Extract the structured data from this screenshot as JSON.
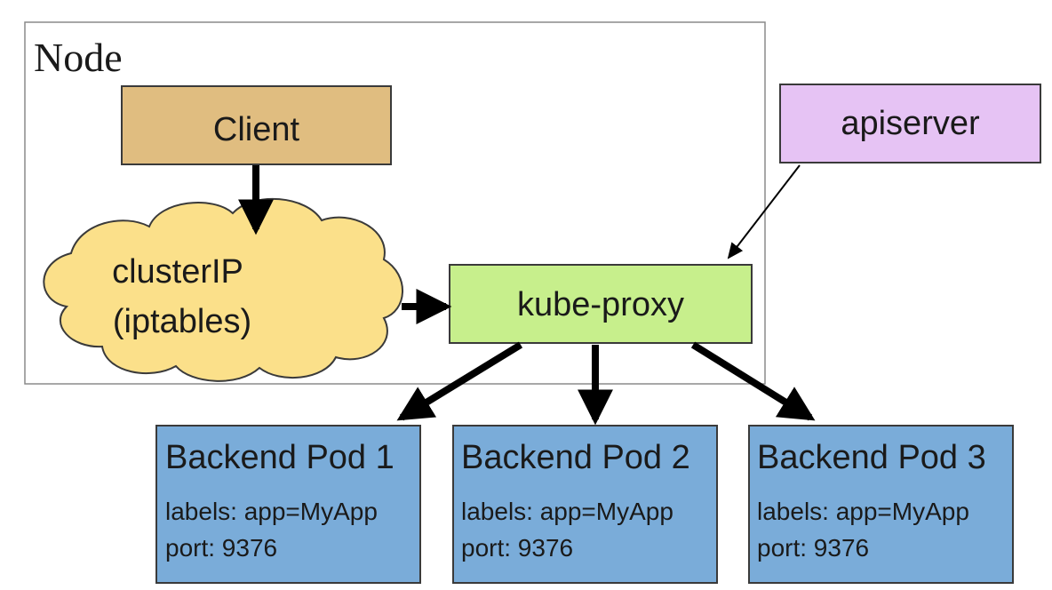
{
  "node": {
    "label": "Node"
  },
  "client": {
    "label": "Client",
    "color": "#e0bd80"
  },
  "apiserver": {
    "label": "apiserver",
    "color": "#e6c3f4"
  },
  "cluster_ip": {
    "line1": "clusterIP",
    "line2": "(iptables)",
    "color": "#fbe08a"
  },
  "kube_proxy": {
    "label": "kube-proxy",
    "color": "#c7ef8c"
  },
  "pods": [
    {
      "title": "Backend Pod 1",
      "labels": "labels: app=MyApp",
      "port": "port: 9376"
    },
    {
      "title": "Backend Pod 2",
      "labels": "labels: app=MyApp",
      "port": "port: 9376"
    },
    {
      "title": "Backend Pod 3",
      "labels": "labels: app=MyApp",
      "port": "port: 9376"
    }
  ],
  "pod_color": "#7aacd9"
}
